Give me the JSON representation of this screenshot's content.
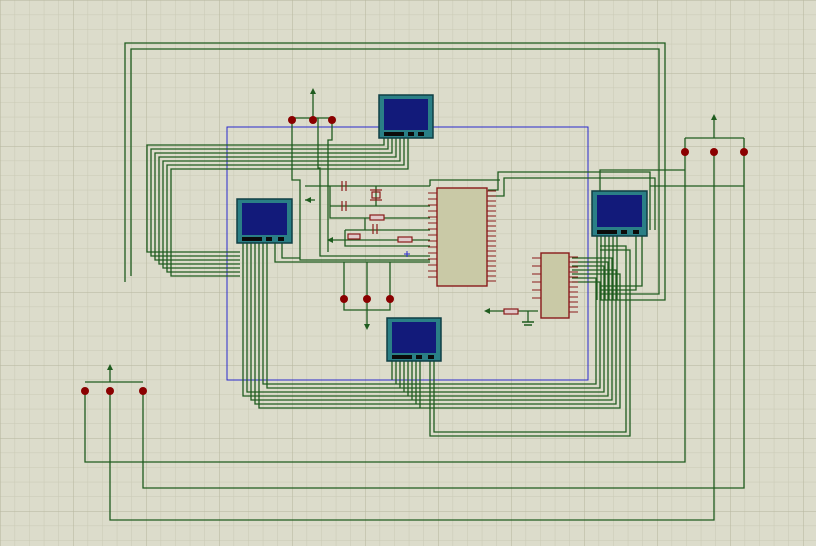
{
  "colors": {
    "background": "#dcdccb",
    "grid_minor": "#c9c9b4",
    "grid_major": "#b8b8a0",
    "wire": "#1f5c1f",
    "display_frame": "#2a7f86",
    "display_screen": "#121a7a",
    "chip_fill": "#c9c9a6",
    "chip_outline": "#8a1a1a",
    "junction": "#8a0000",
    "selection_box": "#2a2acc"
  },
  "schematic": {
    "displays": [
      "lcd-top",
      "lcd-left",
      "lcd-right",
      "lcd-bottom"
    ],
    "ics": [
      "microcontroller-u1",
      "driver-ic-u2"
    ],
    "junction_groups": [
      "top-center",
      "right",
      "left",
      "center-bottom"
    ],
    "power_symbol_icon": "arrow-up-icon",
    "ground_symbol_icon": "arrow-down-icon"
  }
}
